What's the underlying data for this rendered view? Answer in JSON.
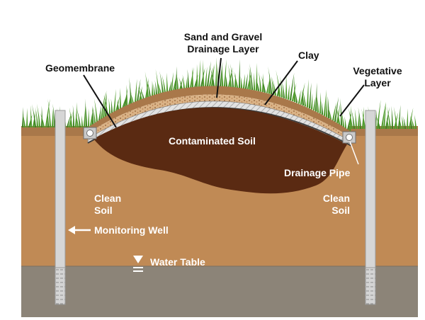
{
  "labels": {
    "sand_gravel_1": "Sand and Gravel",
    "sand_gravel_2": "Drainage Layer",
    "geomembrane": "Geomembrane",
    "clay": "Clay",
    "vegetative_1": "Vegetative",
    "vegetative_2": "Layer",
    "contaminated_soil": "Contaminated Soil",
    "drainage_pipe": "Drainage Pipe",
    "clean_soil_left_1": "Clean",
    "clean_soil_left_2": "Soil",
    "clean_soil_right_1": "Clean",
    "clean_soil_right_2": "Soil",
    "monitoring_well": "Monitoring Well",
    "water_table": "Water Table"
  },
  "colors": {
    "clean_soil": "#c08a55",
    "groundwater_zone": "#8c8478",
    "contaminated_soil": "#5a2a12",
    "topsoil": "#a9784a",
    "grass": "#4f9a2c",
    "clay": "#d9d9d9",
    "sand_gravel": "#d8ad7e",
    "geomembrane": "#3b3b3b",
    "well_casing": "#d6d6d6"
  }
}
